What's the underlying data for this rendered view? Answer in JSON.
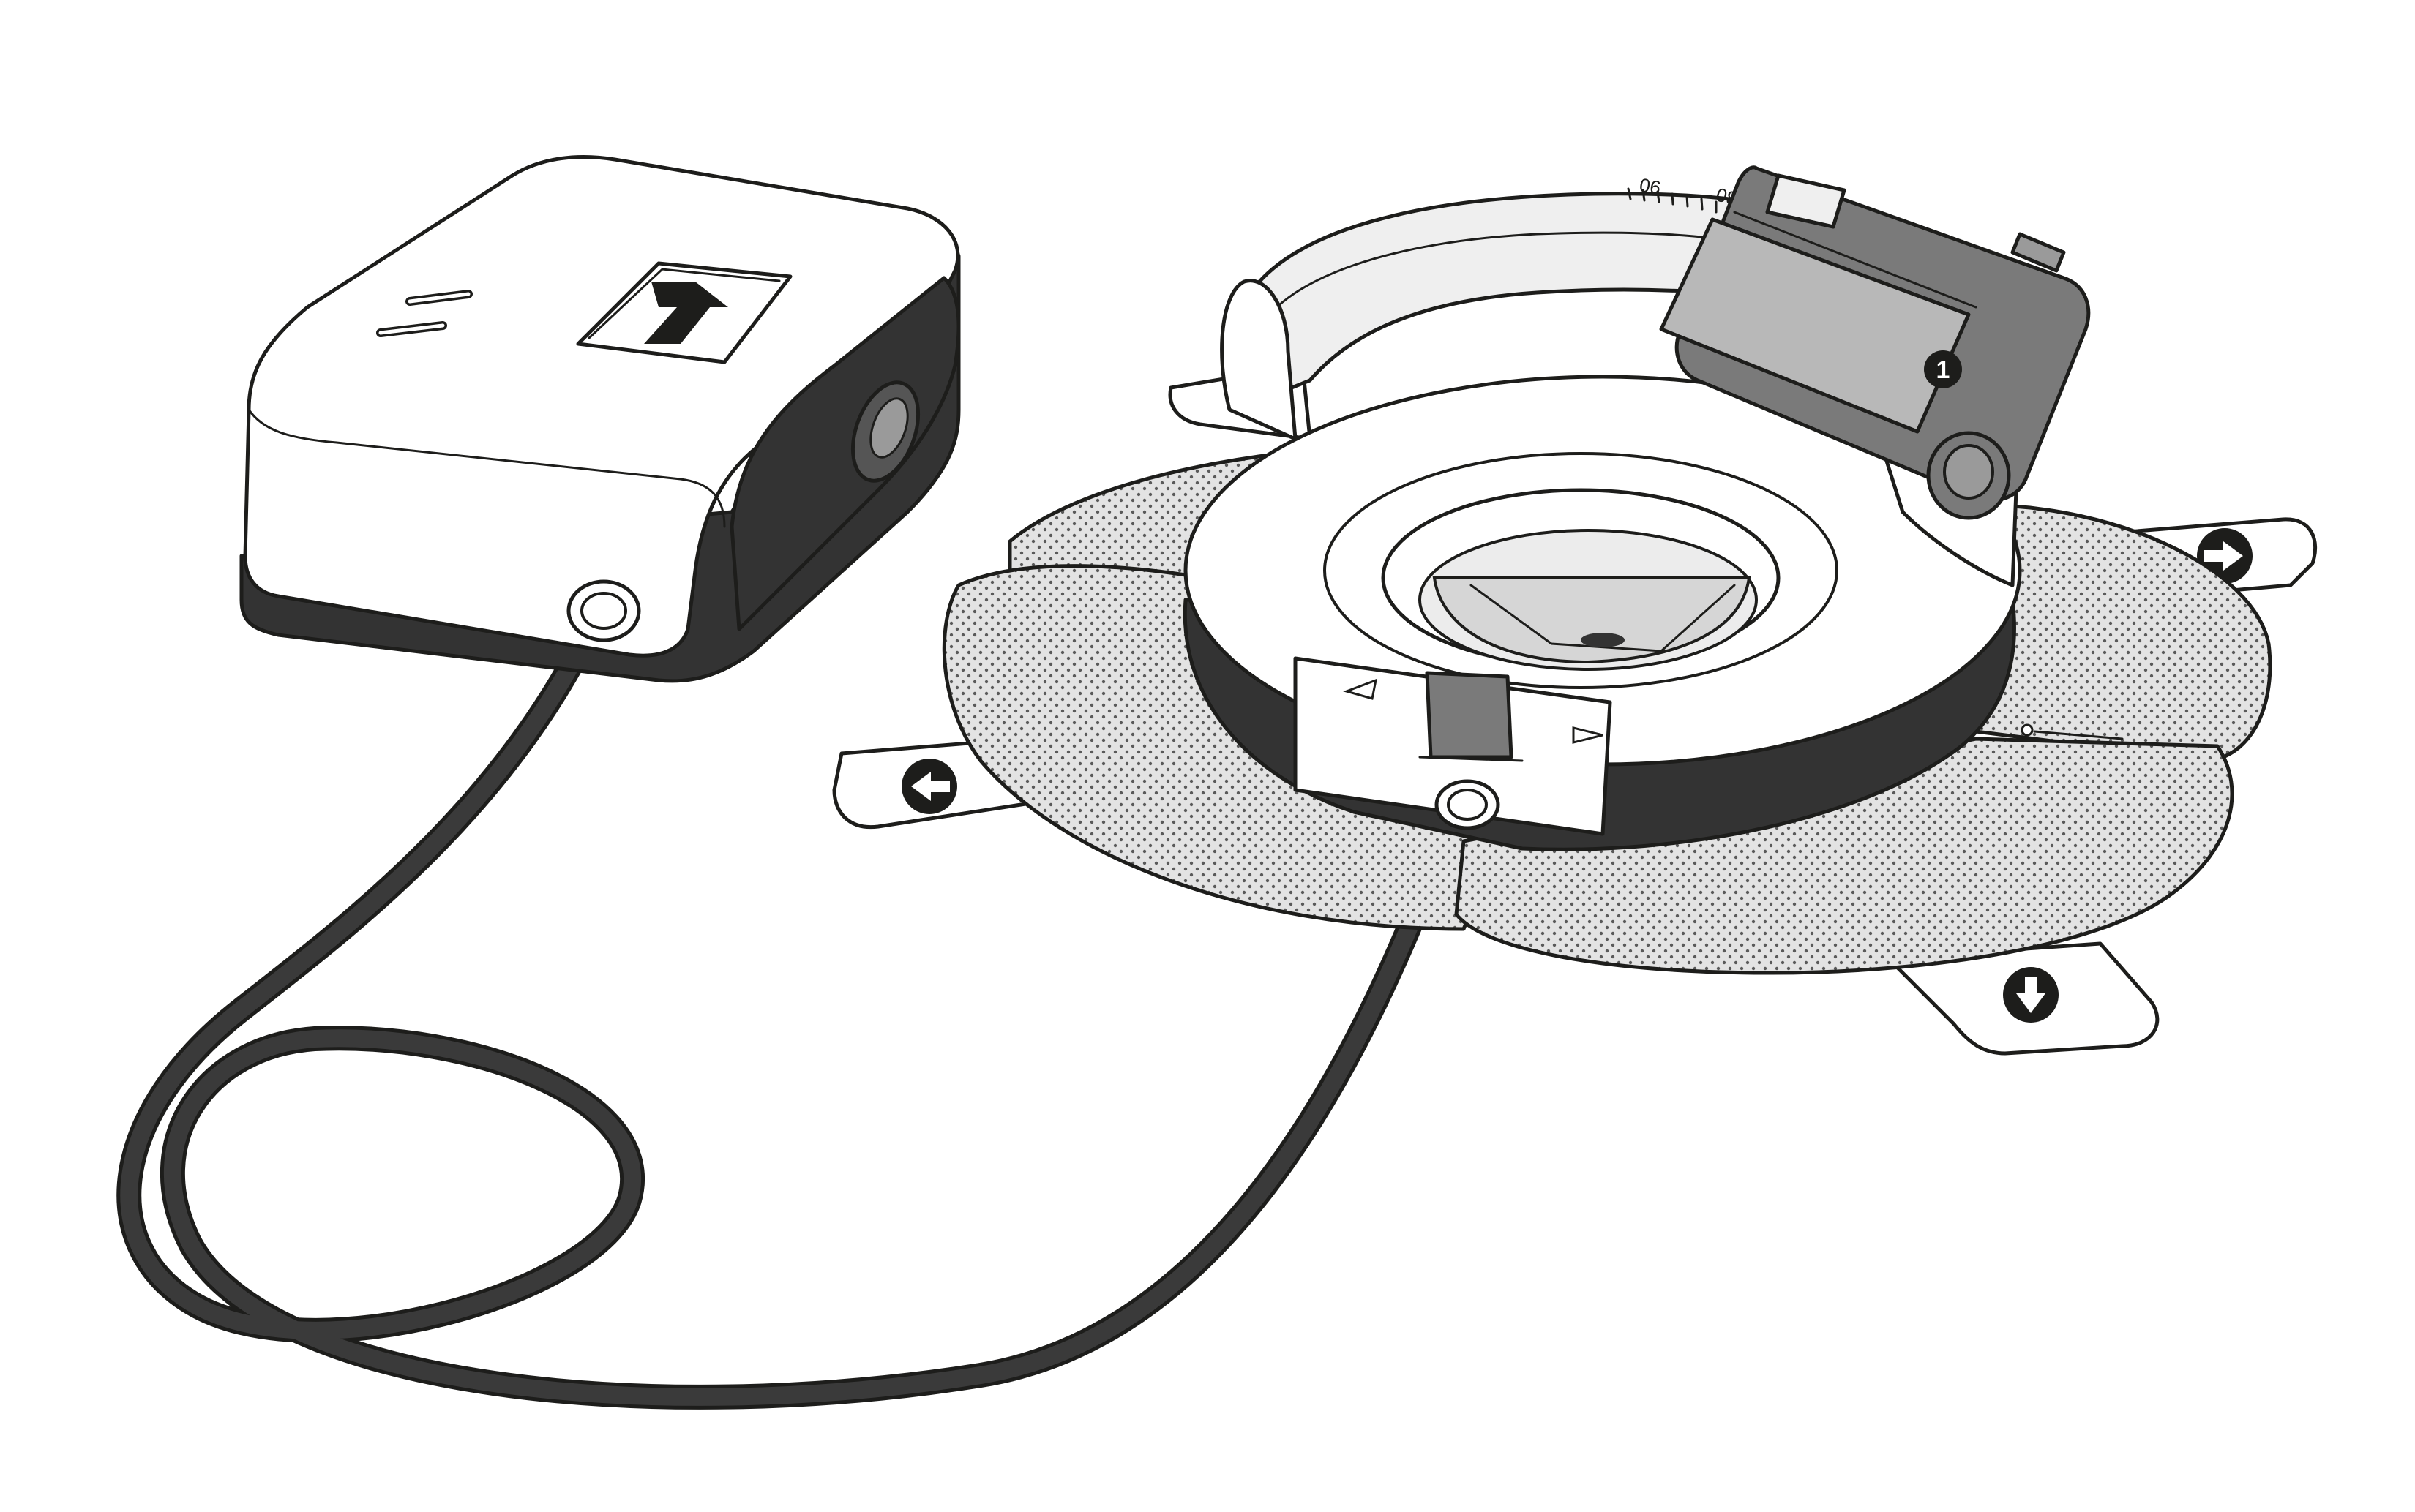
{
  "colors": {
    "outline": "#1d1d1b",
    "dark": "#333333",
    "medium": "#7a7a7a",
    "pad": "#d9d9d9",
    "light": "#efefef",
    "white": "#ffffff"
  },
  "control_unit": {
    "button_icon": "arrow-up-icon",
    "knob_icon": "knob-icon"
  },
  "base_plate": {
    "tab_icons": [
      "arrow-left-icon",
      "arrow-right-icon",
      "arrow-down-icon"
    ]
  },
  "clip": {
    "dial_labels": [
      "90",
      "80"
    ],
    "badge_label": "1"
  }
}
